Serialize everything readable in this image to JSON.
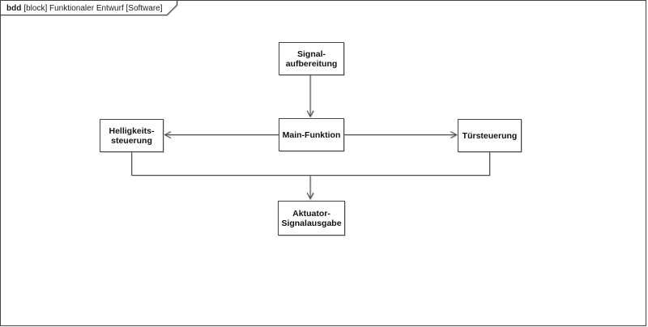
{
  "diagram": {
    "frame_title": {
      "keyword": "bdd",
      "rest": "[block] Funktionaler Entwurf [Software]"
    },
    "type": "block-definition-diagram"
  },
  "nodes": {
    "signalaufbereitung": {
      "label": "Signal-\naufbereitung"
    },
    "main_funktion": {
      "label": "Main-Funktion"
    },
    "helligkeitssteuerung": {
      "label": "Helligkeits-\nsteuerung"
    },
    "tuersteuerung": {
      "label": "Türsteuerung"
    },
    "aktuator": {
      "label": "Aktuator-\nSignalausgabe"
    }
  },
  "edges": [
    {
      "from": "Signal-aufbereitung",
      "to": "Main-Funktion",
      "arrow": "open"
    },
    {
      "from": "Main-Funktion",
      "to": "Helligkeits-steuerung",
      "arrow": "open"
    },
    {
      "from": "Main-Funktion",
      "to": "Türsteuerung",
      "arrow": "open"
    },
    {
      "from": "Helligkeits-steuerung + Türsteuerung (joined)",
      "to": "Aktuator-Signalausgabe",
      "arrow": "open"
    }
  ],
  "colors": {
    "background": "#ffffff",
    "line": "#4f4f4f",
    "border": "#454545",
    "text": "#1a1a1a"
  }
}
